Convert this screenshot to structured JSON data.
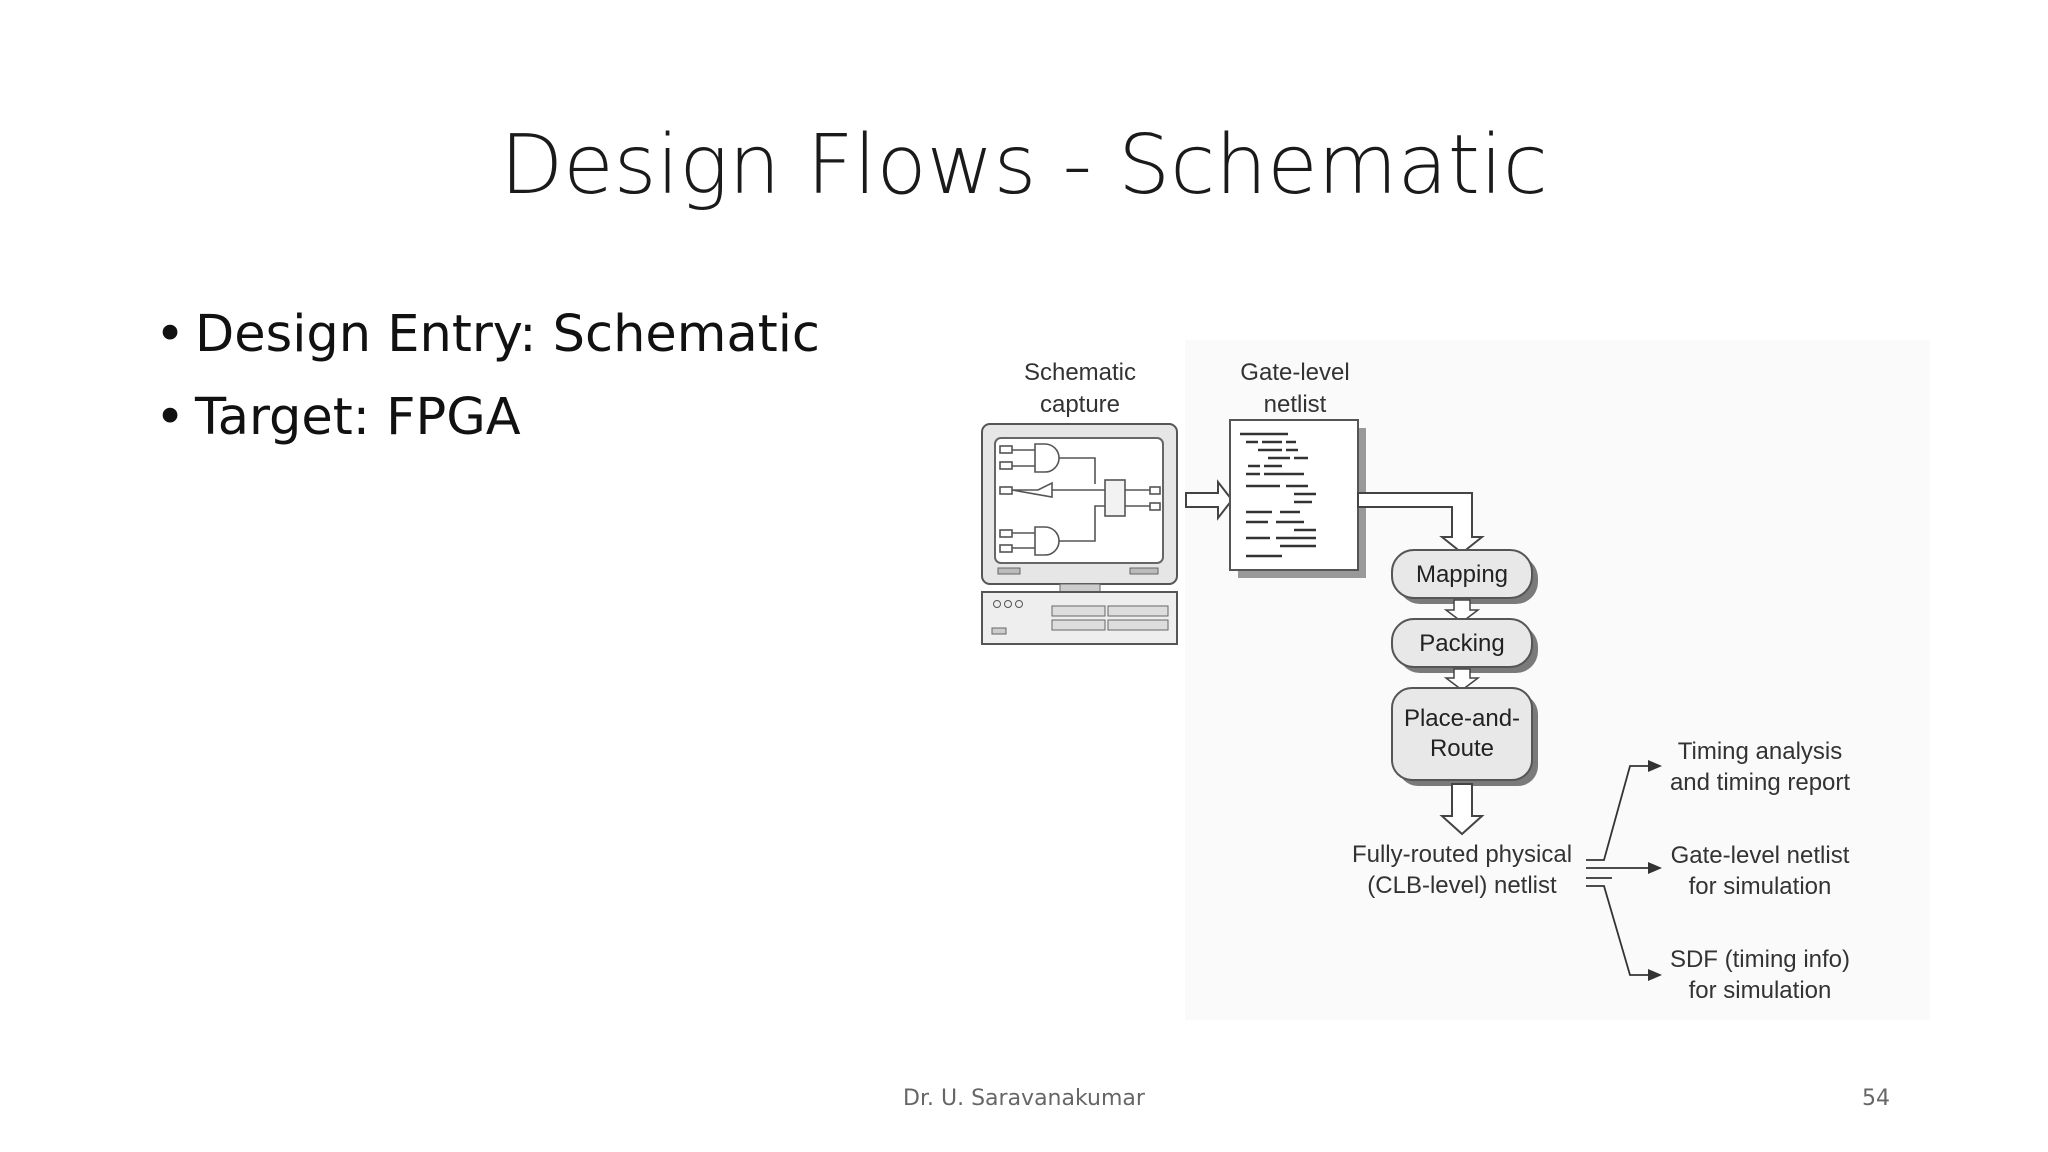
{
  "slide": {
    "title": "Design Flows - Schematic",
    "bullets": [
      "Design Entry: Schematic",
      "Target: FPGA"
    ],
    "footer": "Dr. U. Saravanakumar",
    "page_number": "54"
  },
  "diagram": {
    "schematic_capture": [
      "Schematic",
      "capture"
    ],
    "gate_level_netlist": [
      "Gate-level",
      "netlist"
    ],
    "steps": {
      "mapping": "Mapping",
      "packing": "Packing",
      "place_and_route": [
        "Place-and-",
        "Route"
      ]
    },
    "physical_netlist": [
      "Fully-routed physical",
      "(CLB-level) netlist"
    ],
    "outputs": {
      "timing": [
        "Timing analysis",
        "and timing report"
      ],
      "gate_sim": [
        "Gate-level netlist",
        "for simulation"
      ],
      "sdf": [
        "SDF (timing info)",
        "for simulation"
      ]
    }
  }
}
